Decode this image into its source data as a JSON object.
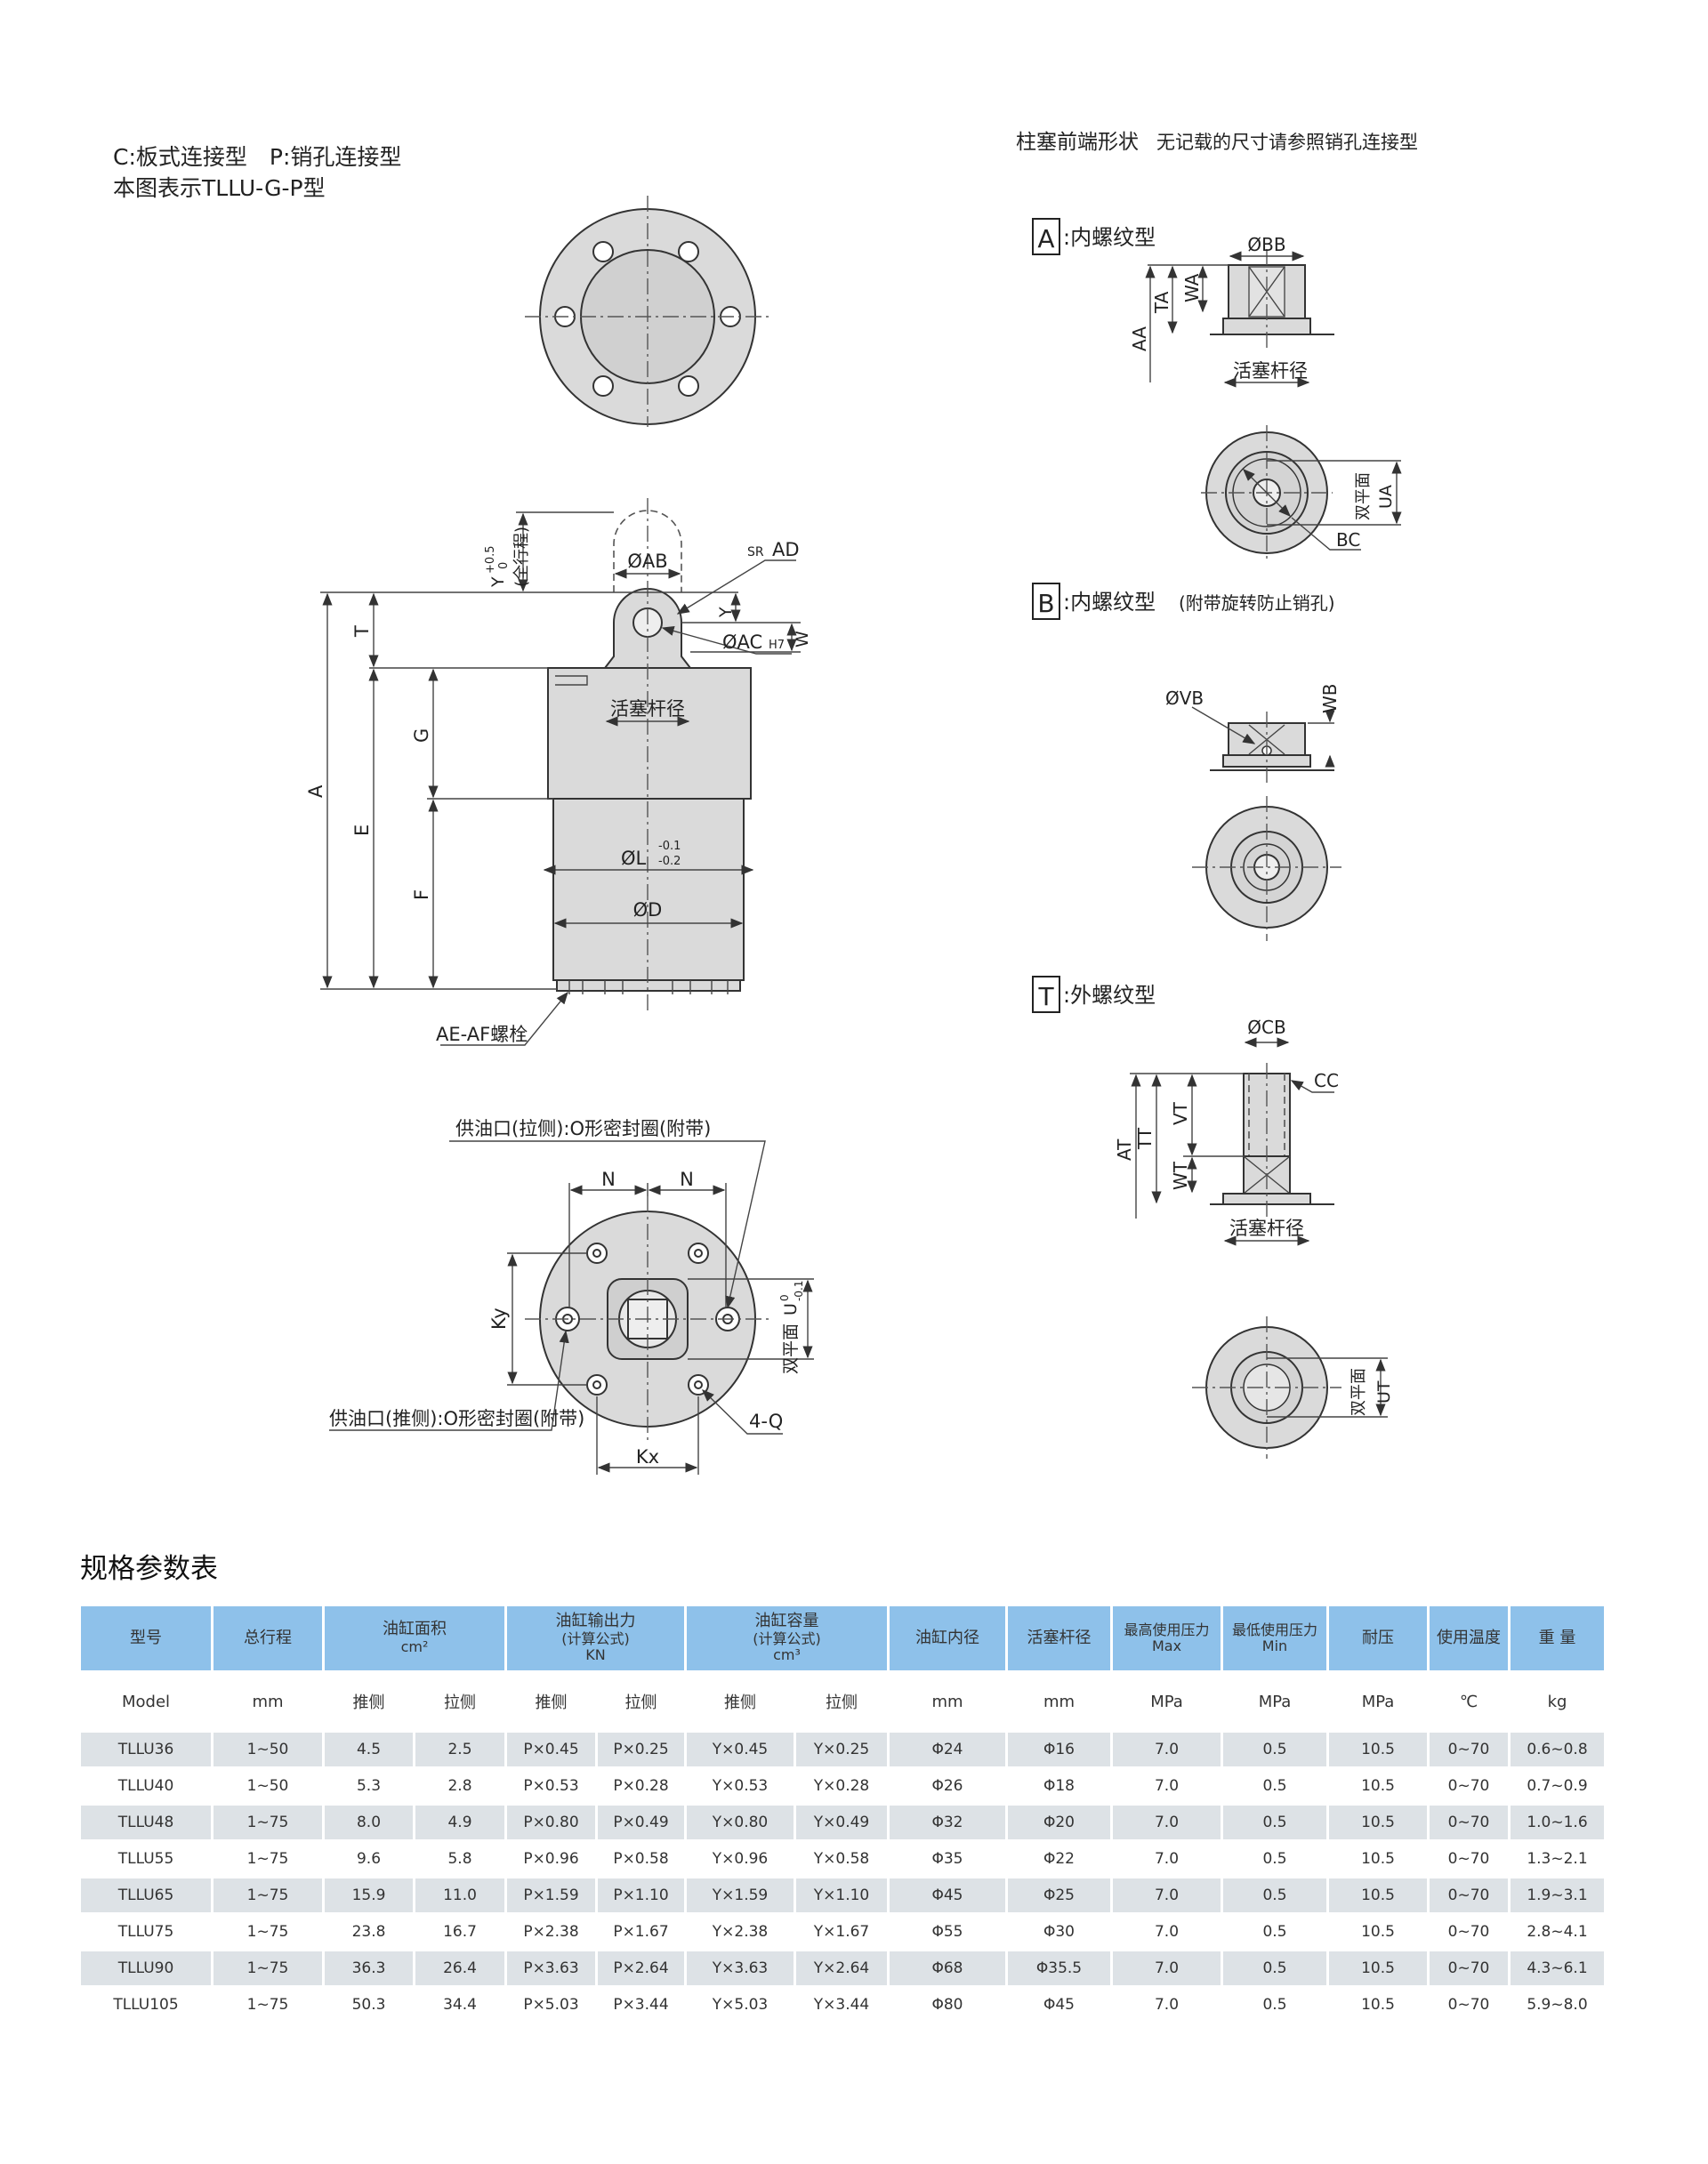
{
  "header": {
    "connection_types": "C:板式连接型　P:销孔连接型",
    "shown_model": "本图表示TLLU-G-P型"
  },
  "main_drawing": {
    "label_a": "A",
    "label_t": "T",
    "label_e": "E",
    "label_g": "G",
    "label_f": "F",
    "label_y_stroke": "Y",
    "label_y_stroke_tol_upper": "+0.5",
    "label_y_stroke_tol_lower": "0",
    "label_full_stroke": "(全行程)",
    "label_ab": "ØAB",
    "label_sr": "SR",
    "label_ad": "AD",
    "label_y": "Y",
    "label_ac": "ØAC",
    "label_ac_tol": "H7",
    "label_w": "W",
    "label_rod_dia": "活塞杆径",
    "label_l": "ØL",
    "label_l_tol_upper": "-0.1",
    "label_l_tol_lower": "-0.2",
    "label_d": "ØD",
    "label_bolt": "AE-AF螺栓"
  },
  "bottom_view": {
    "port_pull": "供油口(拉侧):O形密封圈(附带)",
    "port_push": "供油口(推侧):O形密封圈(附带)",
    "label_n": "N",
    "label_ky": "Ky",
    "label_kx": "Kx",
    "label_q": "4-Q",
    "label_flats": "双平面",
    "label_u": "U",
    "label_u_tol_upper": "0",
    "label_u_tol_lower": "-0.1"
  },
  "plunger_end": {
    "title": "柱塞前端形状",
    "note": "无记载的尺寸请参照销孔连接型",
    "type_a": {
      "letter": "A",
      "name": ":内螺纹型",
      "bb": "ØBB",
      "aa": "AA",
      "ta": "TA",
      "wa": "WA",
      "rod": "活塞杆径",
      "flats": "双平面",
      "ua": "UA",
      "bc": "BC"
    },
    "type_b": {
      "letter": "B",
      "name": ":内螺纹型",
      "note": "(附带旋转防止销孔)",
      "vb": "ØVB",
      "wb": "WB"
    },
    "type_t": {
      "letter": "T",
      "name": ":外螺纹型",
      "cb": "ØCB",
      "cc": "CC",
      "at": "AT",
      "tt": "TT",
      "vt": "VT",
      "wt": "WT",
      "rod": "活塞杆径",
      "flats": "双平面",
      "ut": "UT"
    }
  },
  "spec_table": {
    "title": "规格参数表",
    "header": {
      "model": "型号",
      "stroke": "总行程",
      "area": "油缸面积",
      "area_unit": "cm²",
      "force": "油缸输出力",
      "force_formula": "(计算公式)",
      "force_unit": "KN",
      "volume": "油缸容量",
      "volume_formula": "(计算公式)",
      "volume_unit": "cm³",
      "bore": "油缸内径",
      "rod": "活塞杆径",
      "max_pressure": "最高使用压力",
      "max_label": "Max",
      "min_pressure": "最低使用压力",
      "min_label": "Min",
      "proof": "耐压",
      "temp": "使用温度",
      "weight": "重 量"
    },
    "units": [
      "Model",
      "mm",
      "推侧",
      "拉侧",
      "推侧",
      "拉侧",
      "推侧",
      "拉侧",
      "mm",
      "mm",
      "MPa",
      "MPa",
      "MPa",
      "℃",
      "kg"
    ],
    "rows": [
      [
        "TLLU36",
        "1~50",
        "4.5",
        "2.5",
        "P×0.45",
        "P×0.25",
        "Y×0.45",
        "Y×0.25",
        "Φ24",
        "Φ16",
        "7.0",
        "0.5",
        "10.5",
        "0~70",
        "0.6~0.8"
      ],
      [
        "TLLU40",
        "1~50",
        "5.3",
        "2.8",
        "P×0.53",
        "P×0.28",
        "Y×0.53",
        "Y×0.28",
        "Φ26",
        "Φ18",
        "7.0",
        "0.5",
        "10.5",
        "0~70",
        "0.7~0.9"
      ],
      [
        "TLLU48",
        "1~75",
        "8.0",
        "4.9",
        "P×0.80",
        "P×0.49",
        "Y×0.80",
        "Y×0.49",
        "Φ32",
        "Φ20",
        "7.0",
        "0.5",
        "10.5",
        "0~70",
        "1.0~1.6"
      ],
      [
        "TLLU55",
        "1~75",
        "9.6",
        "5.8",
        "P×0.96",
        "P×0.58",
        "Y×0.96",
        "Y×0.58",
        "Φ35",
        "Φ22",
        "7.0",
        "0.5",
        "10.5",
        "0~70",
        "1.3~2.1"
      ],
      [
        "TLLU65",
        "1~75",
        "15.9",
        "11.0",
        "P×1.59",
        "P×1.10",
        "Y×1.59",
        "Y×1.10",
        "Φ45",
        "Φ25",
        "7.0",
        "0.5",
        "10.5",
        "0~70",
        "1.9~3.1"
      ],
      [
        "TLLU75",
        "1~75",
        "23.8",
        "16.7",
        "P×2.38",
        "P×1.67",
        "Y×2.38",
        "Y×1.67",
        "Φ55",
        "Φ30",
        "7.0",
        "0.5",
        "10.5",
        "0~70",
        "2.8~4.1"
      ],
      [
        "TLLU90",
        "1~75",
        "36.3",
        "26.4",
        "P×3.63",
        "P×2.64",
        "Y×3.63",
        "Y×2.64",
        "Φ68",
        "Φ35.5",
        "7.0",
        "0.5",
        "10.5",
        "0~70",
        "4.3~6.1"
      ],
      [
        "TLLU105",
        "1~75",
        "50.3",
        "34.4",
        "P×5.03",
        "P×3.44",
        "Y×5.03",
        "Y×3.44",
        "Φ80",
        "Φ45",
        "7.0",
        "0.5",
        "10.5",
        "0~70",
        "5.9~8.0"
      ]
    ]
  }
}
